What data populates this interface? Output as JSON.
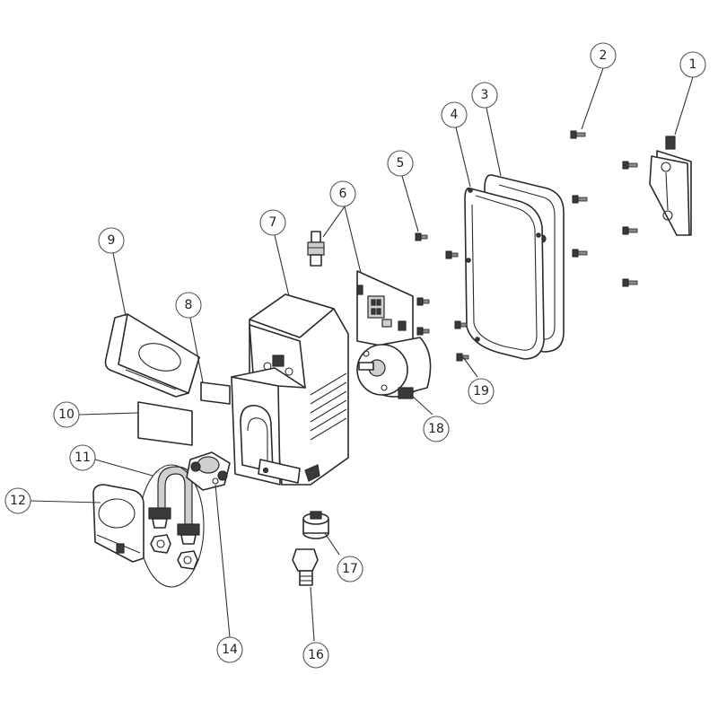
{
  "diagram": {
    "type": "exploded-parts-view",
    "callouts": [
      {
        "id": "b1",
        "label": "1"
      },
      {
        "id": "b2",
        "label": "2"
      },
      {
        "id": "b3",
        "label": "3"
      },
      {
        "id": "b4",
        "label": "4"
      },
      {
        "id": "b5",
        "label": "5"
      },
      {
        "id": "b6",
        "label": "6"
      },
      {
        "id": "b7",
        "label": "7"
      },
      {
        "id": "b8",
        "label": "8"
      },
      {
        "id": "b9",
        "label": "9"
      },
      {
        "id": "b10",
        "label": "10"
      },
      {
        "id": "b11",
        "label": "11"
      },
      {
        "id": "b12",
        "label": "12"
      },
      {
        "id": "b14",
        "label": "14"
      },
      {
        "id": "b16",
        "label": "16"
      },
      {
        "id": "b17",
        "label": "17"
      },
      {
        "id": "b18",
        "label": "18"
      },
      {
        "id": "b19",
        "label": "19"
      }
    ]
  }
}
